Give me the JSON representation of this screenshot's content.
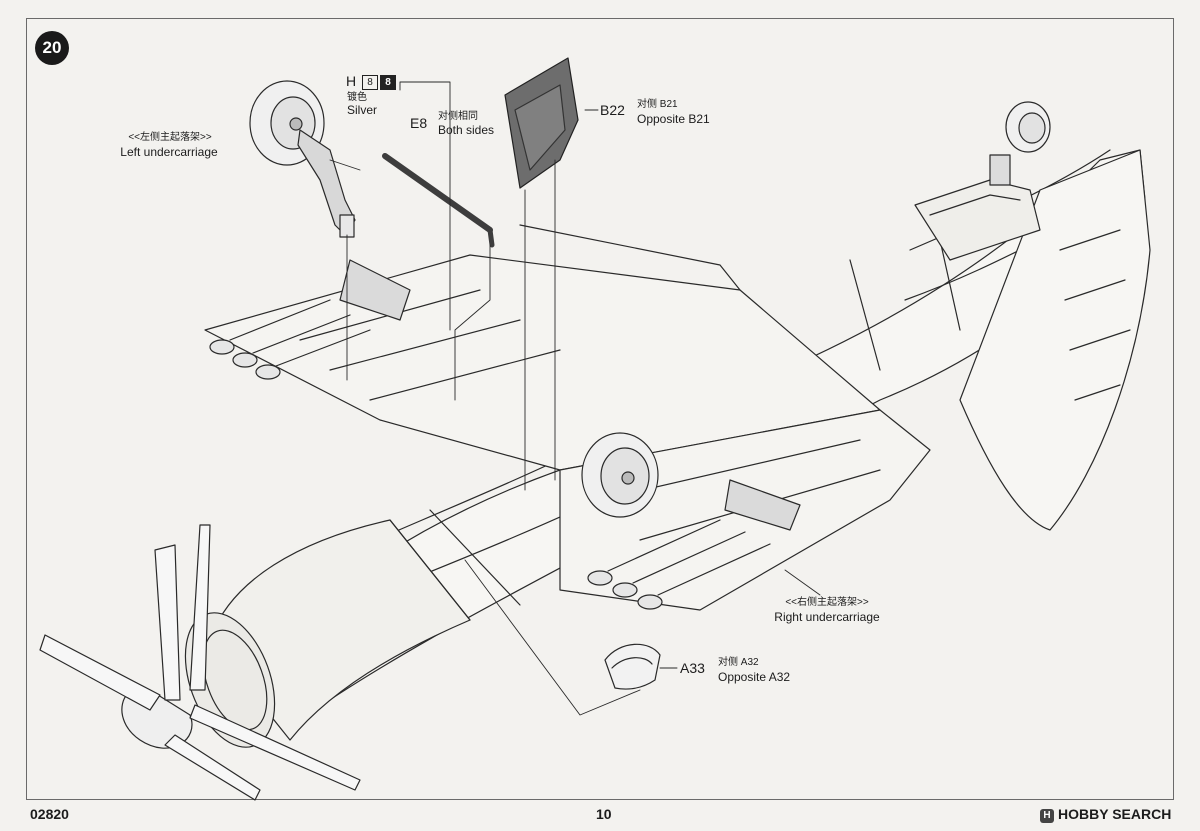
{
  "step_number": "20",
  "parts": {
    "h": {
      "code": "H",
      "paint_codes": [
        "8",
        "8"
      ],
      "cn_label": "镀色",
      "en_label": "Silver"
    },
    "e8": {
      "code": "E8",
      "cn_label": "对侧相同",
      "en_label": "Both sides"
    },
    "b22": {
      "code": "B22",
      "cn_label": "对侧 B21",
      "en_label": "Opposite B21"
    },
    "a33": {
      "code": "A33",
      "cn_label": "对侧 A32",
      "en_label": "Opposite A32"
    }
  },
  "callouts": {
    "left_undercarriage": {
      "cn": "<<左侧主起落架>>",
      "en": "Left undercarriage"
    },
    "right_undercarriage": {
      "cn": "<<右侧主起落架>>",
      "en": "Right undercarriage"
    }
  },
  "footer": {
    "product_code": "02820",
    "page_number": "10",
    "brand": "HOBBY SEARCH",
    "brand_icon": "hobby-search-logo-icon"
  },
  "colors": {
    "paper": "#f3f2ef",
    "ink": "#1c1c1c",
    "part_fill": "#6d6d6d"
  }
}
